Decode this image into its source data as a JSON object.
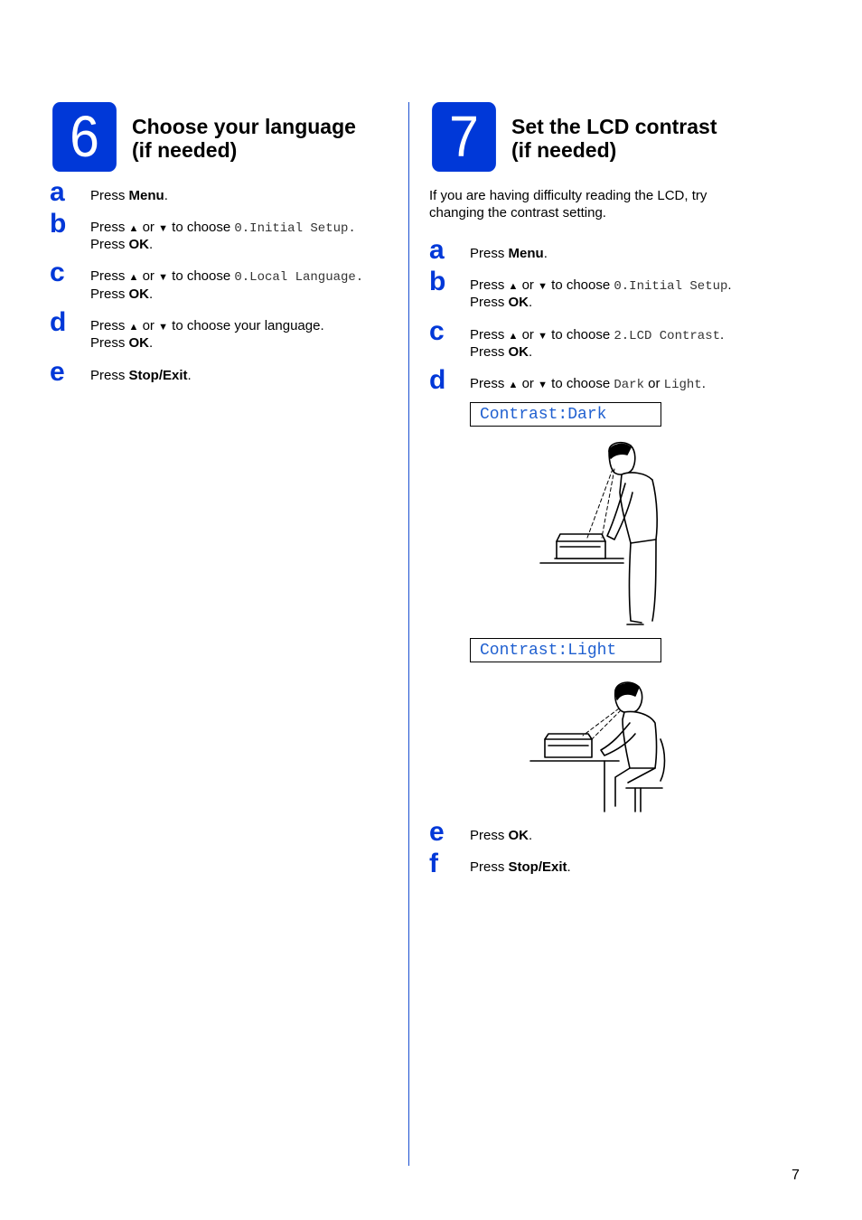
{
  "common": {
    "press": "Press",
    "or": "or",
    "to_choose": "to choose",
    "up_arrow": "▲",
    "down_arrow": "▼"
  },
  "step6": {
    "number": "6",
    "title_line1": "Choose your language",
    "title_line2": "(if needed)",
    "items": [
      {
        "letter": "a",
        "bold": "Menu"
      },
      {
        "letter": "b",
        "code": "0.Initial Setup.",
        "bold2": "OK"
      },
      {
        "letter": "c",
        "code": "0.Local Language.",
        "bold2": "OK"
      },
      {
        "letter": "d",
        "text": "to choose your language.",
        "bold2": "OK"
      },
      {
        "letter": "e",
        "bold": "Stop/Exit"
      }
    ]
  },
  "step7": {
    "number": "7",
    "title_line1": "Set the LCD contrast",
    "title_line2": "(if needed)",
    "intro": "If you are having difficulty reading the LCD, try changing the contrast setting.",
    "items": [
      {
        "letter": "a",
        "bold": "Menu"
      },
      {
        "letter": "b",
        "code": "0.Initial Setup",
        "bold2": "OK"
      },
      {
        "letter": "c",
        "code": "2.LCD Contrast",
        "bold2": "OK"
      },
      {
        "letter": "d",
        "code1": "Dark",
        "code2": "Light"
      },
      {
        "letter": "e",
        "bold": "OK"
      },
      {
        "letter": "f",
        "bold": "Stop/Exit"
      }
    ],
    "lcd_dark": "Contrast:Dark",
    "lcd_light": "Contrast:Light"
  },
  "page_number": "7",
  "colors": {
    "accent": "#0038d8",
    "lcd_text": "#2060d0"
  }
}
